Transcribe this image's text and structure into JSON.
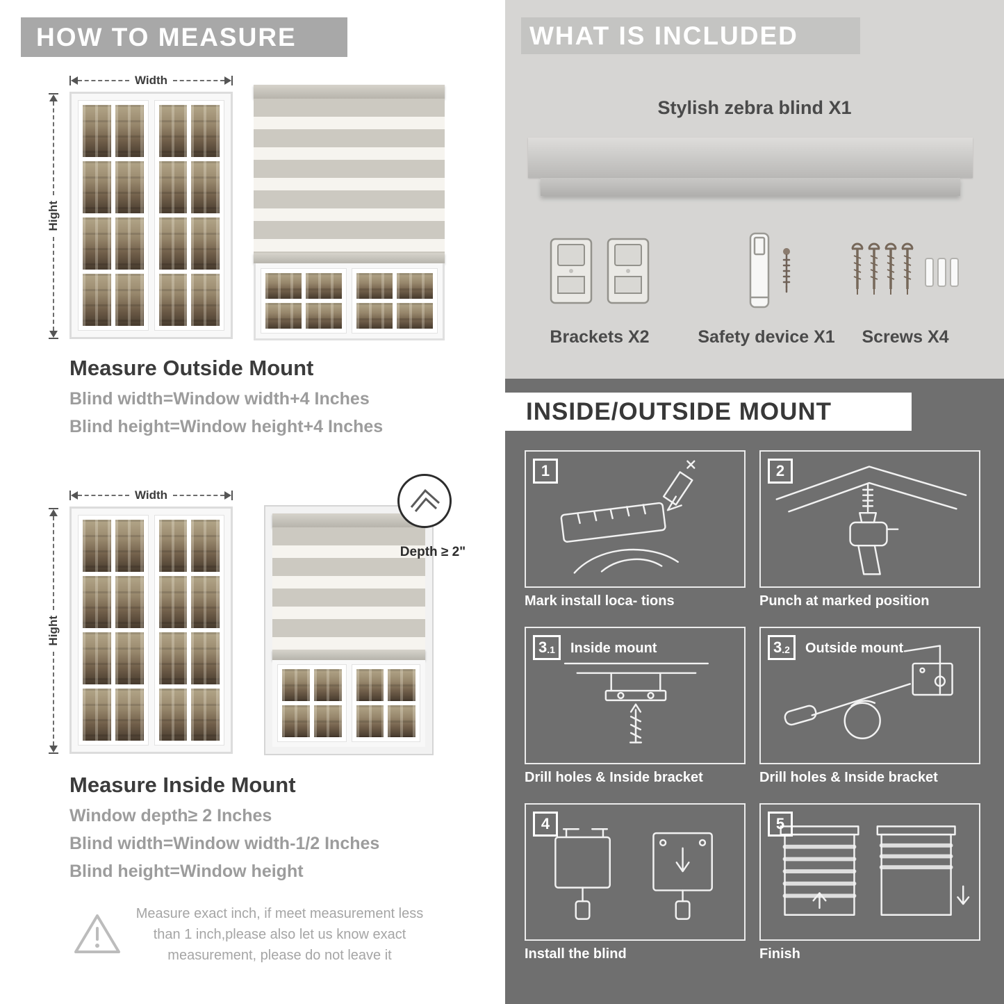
{
  "colors": {
    "header_banner_gray": "#a8a8a8",
    "included_bg": "#d6d5d3",
    "included_banner": "#c4c4c2",
    "dark_section_bg": "#6f6f6f",
    "heading_text": "#3b3b3b",
    "formula_text": "#9c9c9c"
  },
  "measure": {
    "header": "HOW TO MEASURE",
    "outside": {
      "width_label": "Width",
      "height_label": "Hight",
      "title": "Measure Outside Mount",
      "line1": "Blind width=Window width+4 Inches",
      "line2": "Blind height=Window height+4 Inches"
    },
    "inside": {
      "width_label": "Width",
      "height_label": "Hight",
      "depth_callout": "Depth ≥ 2\"",
      "title": "Measure Inside Mount",
      "line1": "Window depth≥ 2 Inches",
      "line2": "Blind width=Window width-1/2 Inches",
      "line3": "Blind height=Window height"
    },
    "note": "Measure exact inch, if meet measurement less than 1 inch,please also let us know exact measurement, please do not leave it"
  },
  "included": {
    "header": "WHAT IS INCLUDED",
    "blind_label": "Stylish zebra blind X1",
    "items": [
      {
        "icon": "brackets-icon",
        "label": "Brackets X2"
      },
      {
        "icon": "safety-device-icon",
        "label": "Safety device X1"
      },
      {
        "icon": "screws-icon",
        "label": "Screws X4"
      }
    ]
  },
  "mount": {
    "header": "INSIDE/OUTSIDE MOUNT",
    "steps": [
      {
        "num": "1",
        "sub": "",
        "title": "",
        "caption": "Mark install loca- tions"
      },
      {
        "num": "2",
        "sub": "",
        "title": "",
        "caption": "Punch at  marked position"
      },
      {
        "num": "3",
        "sub": ".1",
        "title": "Inside mount",
        "caption": "Drill holes &  Inside bracket"
      },
      {
        "num": "3",
        "sub": ".2",
        "title": "Outside mount",
        "caption": "Drill holes &  Inside bracket"
      },
      {
        "num": "4",
        "sub": "",
        "title": "",
        "caption": "Install the blind"
      },
      {
        "num": "5",
        "sub": "",
        "title": "",
        "caption": "Finish"
      }
    ]
  }
}
